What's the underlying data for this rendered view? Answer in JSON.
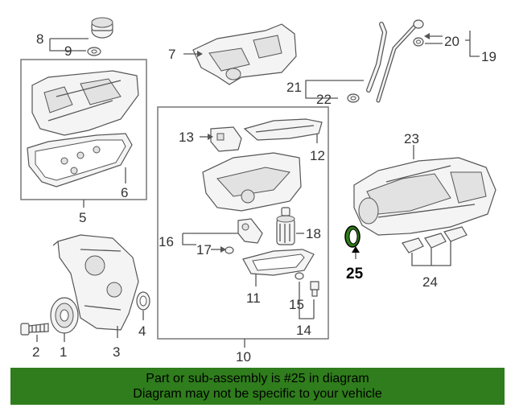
{
  "diagram": {
    "callouts": {
      "c1": "1",
      "c2": "2",
      "c3": "3",
      "c4": "4",
      "c5": "5",
      "c6": "6",
      "c7": "7",
      "c8": "8",
      "c9": "9",
      "c10": "10",
      "c11": "11",
      "c12": "12",
      "c13": "13",
      "c14": "14",
      "c15": "15",
      "c16": "16",
      "c17": "17",
      "c18": "18",
      "c19": "19",
      "c20": "20",
      "c21": "21",
      "c22": "22",
      "c23": "23",
      "c24": "24",
      "c25": "25"
    },
    "highlighted_part": "25"
  },
  "banner": {
    "line1": "Part or sub-assembly is #25 in diagram",
    "line2": "Diagram may not be specific to your vehicle",
    "color": "#2f7d1c"
  }
}
